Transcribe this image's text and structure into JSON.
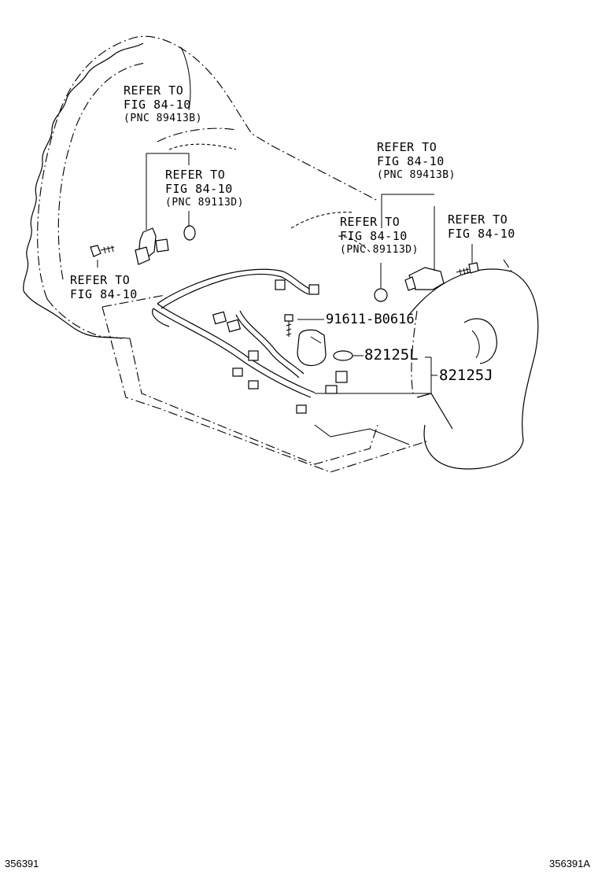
{
  "callouts": {
    "refer_1": {
      "l1": "REFER TO",
      "l2": "FIG 84-10",
      "l3": "(PNC 89413B)"
    },
    "refer_2": {
      "l1": "REFER TO",
      "l2": "FIG 84-10",
      "l3": "(PNC 89113D)"
    },
    "refer_3": {
      "l1": "REFER TO",
      "l2": "FIG 84-10"
    },
    "refer_4": {
      "l1": "REFER TO",
      "l2": "FIG 84-10",
      "l3": "(PNC 89413B)"
    },
    "refer_5": {
      "l1": "REFER TO",
      "l2": "FIG 84-10",
      "l3": "(PNC 89113D)"
    },
    "refer_6": {
      "l1": "REFER TO",
      "l2": "FIG 84-10"
    }
  },
  "parts": {
    "bolt": "91611-B0616",
    "gasket": "82125L",
    "harness": "82125J"
  },
  "footer": {
    "left_code": "356391",
    "right_code": "356391A"
  }
}
